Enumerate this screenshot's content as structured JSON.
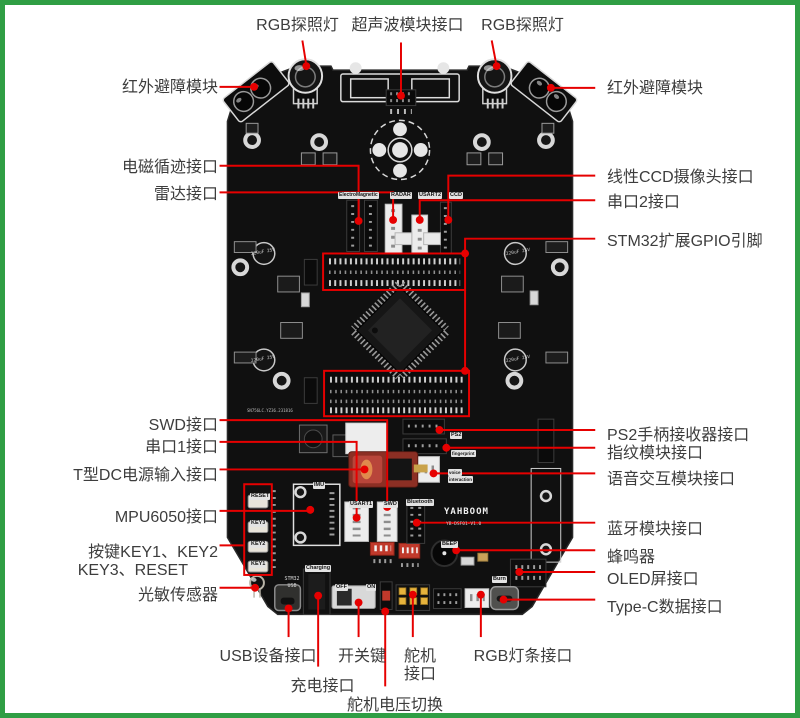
{
  "figure": "robot expansion board annotated diagram",
  "colors": {
    "frame_green": "#2f9e44",
    "annotation_red": "#e60000",
    "board_black": "#101010",
    "silkscreen_white": "#e3e3e3",
    "pin_yellow": "#e6b33c",
    "dc_jack_red": "#b8453a",
    "dip_red": "#c0392b",
    "callout_text": "#3d3d3d"
  },
  "callouts": {
    "top": {
      "rgb_left": "RGB探照灯",
      "ultrasonic": "超声波模块接口",
      "rgb_right": "RGB探照灯"
    },
    "left": {
      "ir": "红外避障模块",
      "electromagnetic": "电磁循迹接口",
      "radar": "雷达接口",
      "swd": "SWD接口",
      "uart1": "串口1接口",
      "dc_input": "T型DC电源输入接口",
      "mpu": "MPU6050接口",
      "keys_line1": "按键KEY1、KEY2",
      "keys_line2": "KEY3、RESET",
      "ldr": "光敏传感器"
    },
    "right": {
      "ir": "红外避障模块",
      "ccd": "线性CCD摄像头接口",
      "uart2": "串口2接口",
      "gpio": "STM32扩展GPIO引脚",
      "ps2": "PS2手柄接收器接口",
      "fingerprint": "指纹模块接口",
      "voice": "语音交互模块接口",
      "bluetooth": "蓝牙模块接口",
      "buzzer": "蜂鸣器",
      "oled": "OLED屏接口",
      "typec": "Type-C数据接口"
    },
    "bottom": {
      "usb_device": "USB设备接口",
      "switch_key": "开关键",
      "servo_line1": "舵机",
      "servo_line2": "接口",
      "rgb_strip": "RGB灯条接口",
      "charge": "充电接口",
      "servo_voltage": "舵机电压切换"
    }
  },
  "silkscreen": {
    "electromagnetic": "ElectroMagnetic",
    "radar": "RADAR",
    "usart2": "USART2",
    "ccd": "CCD",
    "imu": "IMU",
    "usart1": "USART1",
    "swd": "SWD",
    "bluetooth": "Bluetooth",
    "beep": "BEEP",
    "burn": "Burn",
    "charging": "Charging",
    "off": "OFF",
    "on": "ON",
    "usb_line1": "STM32",
    "usb_line2": "USB",
    "reset": "RESET",
    "key3": "KEY3",
    "key2": "KEY2",
    "key1": "KEY1",
    "ps2": "PS2",
    "fingerprint": "fingerprint",
    "voice_line1": "voice",
    "voice_line2": "interaction",
    "brand": "YAHBOOM",
    "version": "YB-DSF01-V1.0",
    "cap": "220uF 25V",
    "board_code": "SN756LC.YZ36.231816"
  }
}
